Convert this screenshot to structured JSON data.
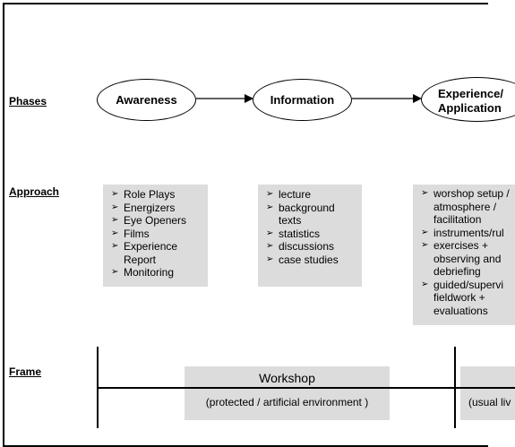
{
  "labels": {
    "phases": "Phases",
    "approach": "Approach",
    "frame": "Frame"
  },
  "phases": [
    {
      "line1": "Awareness",
      "line2": ""
    },
    {
      "line1": "Information",
      "line2": ""
    },
    {
      "line1": "Experience/",
      "line2": "Application"
    }
  ],
  "approach": [
    {
      "items": [
        "Role Plays",
        "Energizers",
        "Eye Openers",
        "Films",
        "Experience Report",
        "Monitoring"
      ]
    },
    {
      "items": [
        "lecture",
        "background texts",
        "statistics",
        "discussions",
        "case studies"
      ]
    },
    {
      "items": [
        "worshop setup / atmosphere / facilitation",
        "instruments/rul",
        "exercises + observing and debriefing",
        "guided/supervi fieldwork + evaluations"
      ]
    }
  ],
  "frame": {
    "workshop_title": "Workshop",
    "workshop_subtitle": "(protected / artificial environment )",
    "right_subtitle": "(usual liv"
  },
  "colors": {
    "box_fill": "#dcdcdc",
    "line": "#000000"
  },
  "icons": {
    "bullet": "arrowhead-bullet-icon",
    "connector": "right-arrow-icon"
  }
}
